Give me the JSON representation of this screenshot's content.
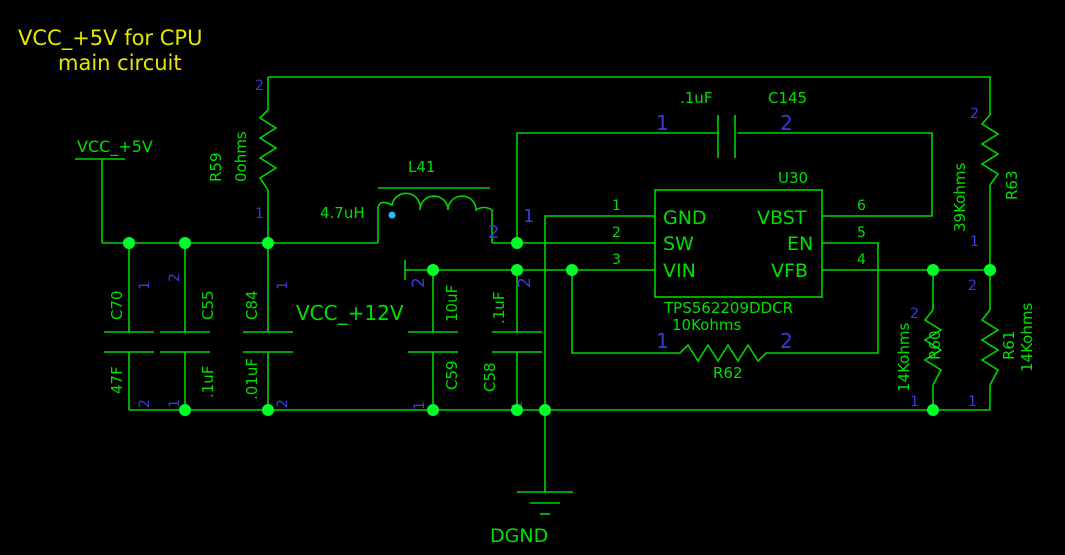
{
  "title": {
    "line1": "VCC_+5V for CPU",
    "line2": "main circuit"
  },
  "nets": {
    "vcc5": "VCC_+5V",
    "vcc12": "VCC_+12V",
    "gnd": "DGND"
  },
  "ic": {
    "ref": "U30",
    "part": "TPS562209DDCR",
    "pins_left": [
      "GND",
      "SW",
      "VIN"
    ],
    "pins_right": [
      "VBST",
      "EN",
      "VFB"
    ],
    "pin_nums_left": [
      "1",
      "2",
      "3"
    ],
    "pin_nums_right": [
      "6",
      "5",
      "4"
    ]
  },
  "components": {
    "R59": {
      "ref": "R59",
      "value": "0ohms",
      "p1": "1",
      "p2": "2"
    },
    "L41": {
      "ref": "L41",
      "value": "4.7uH",
      "p1": "1",
      "p2": "2"
    },
    "C145": {
      "ref": "C145",
      "value": ".1uF",
      "p1": "1",
      "p2": "2"
    },
    "R63": {
      "ref": "R63",
      "value": "39Kohms",
      "p1": "1",
      "p2": "2"
    },
    "R62": {
      "ref": "R62",
      "value": "10Kohms",
      "p1": "1",
      "p2": "2"
    },
    "R60": {
      "ref": "R60",
      "value": "14Kohms",
      "p1": "1",
      "p2": "2"
    },
    "R61": {
      "ref": "R61",
      "value": "14Kohms",
      "p1": "1",
      "p2": "2"
    },
    "C70": {
      "ref": "C70",
      "value": "47F",
      "p1": "1",
      "p2": "2"
    },
    "C55": {
      "ref": "C55",
      "value": ".1uF",
      "p1": "2",
      "p2": "1"
    },
    "C84": {
      "ref": "C84",
      "value": ".01uF",
      "p1": "1",
      "p2": "2"
    },
    "C59": {
      "ref": "C59",
      "value": "10uF",
      "p1": "2",
      "p2": "1"
    },
    "C58": {
      "ref": "C58",
      "value": ".1uF",
      "p1": "2",
      "p2": "1"
    }
  }
}
